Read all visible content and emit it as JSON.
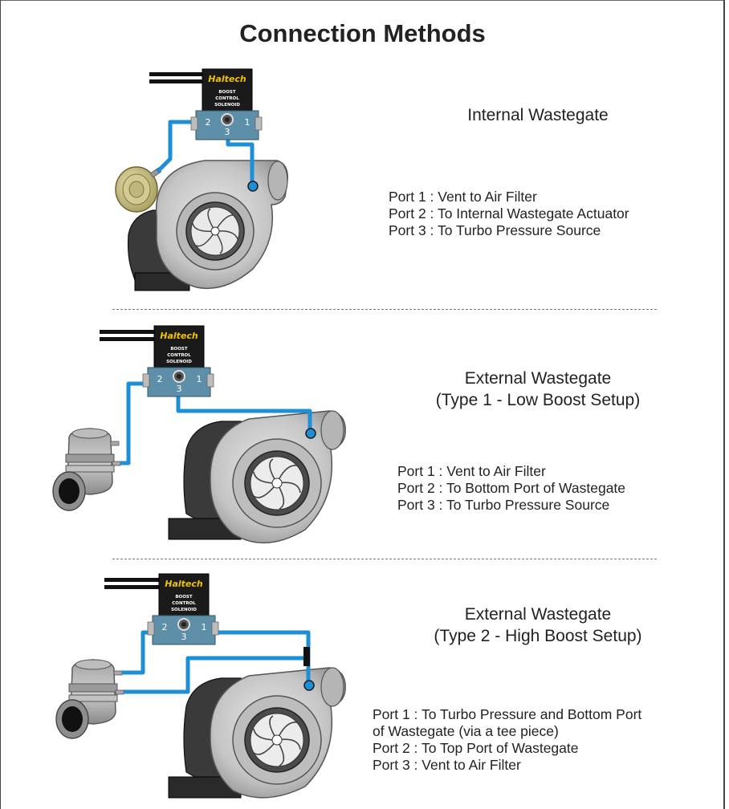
{
  "title": "Connection Methods",
  "solenoid": {
    "brand": "Haltech",
    "line1": "BOOST",
    "line2": "CONTROL",
    "line3": "SOLENOID",
    "port_left": "2",
    "port_center": "3",
    "port_right": "1"
  },
  "sections": [
    {
      "heading_lines": [
        "Internal Wastegate"
      ],
      "ports": [
        "Port 1 : Vent to Air Filter",
        "Port 2 : To Internal Wastegate Actuator",
        "Port 3 : To Turbo Pressure Source"
      ]
    },
    {
      "heading_lines": [
        "External Wastegate",
        "(Type 1 - Low Boost Setup)"
      ],
      "ports": [
        "Port 1 : Vent to Air Filter",
        "Port 2 : To Bottom Port of Wastegate",
        "Port 3 : To Turbo Pressure Source"
      ]
    },
    {
      "heading_lines": [
        "External Wastegate",
        "(Type 2 - High Boost Setup)"
      ],
      "ports": [
        "Port 1 : To Turbo Pressure and Bottom Port",
        "of Wastegate (via a tee piece)",
        "Port 2 : To Top Port of Wastegate",
        "Port 3 : Vent to Air Filter"
      ]
    }
  ],
  "colors": {
    "hose": "#1e8fd6",
    "solenoid_body": "#1a1a1a",
    "solenoid_base": "#5e8fa8",
    "brand_text": "#f2c200",
    "turbo_housing": "#c8c8c8",
    "exhaust_housing": "#3a3a3a",
    "actuator": "#c9c28a"
  }
}
